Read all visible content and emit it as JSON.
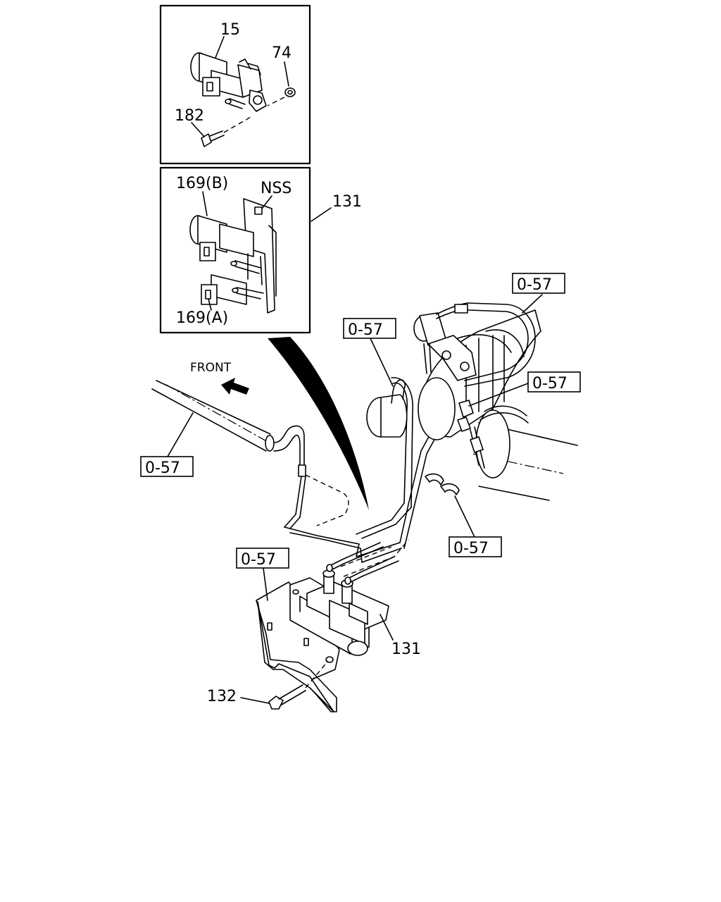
{
  "callouts": {
    "top_inset": {
      "part_15": "15",
      "part_74": "74",
      "part_182": "182"
    },
    "bottom_inset": {
      "part_169b": "169(B)",
      "part_169a": "169(A)",
      "nss": "NSS",
      "part_131": "131"
    },
    "main": {
      "front": "FRONT",
      "part_131": "131",
      "part_132": "132",
      "ref_a": "0-57",
      "ref_b": "0-57",
      "ref_c": "0-57",
      "ref_d": "0-57",
      "ref_e": "0-57",
      "ref_f": "0-57"
    }
  },
  "colors": {
    "line": "#000000",
    "background": "#ffffff"
  }
}
